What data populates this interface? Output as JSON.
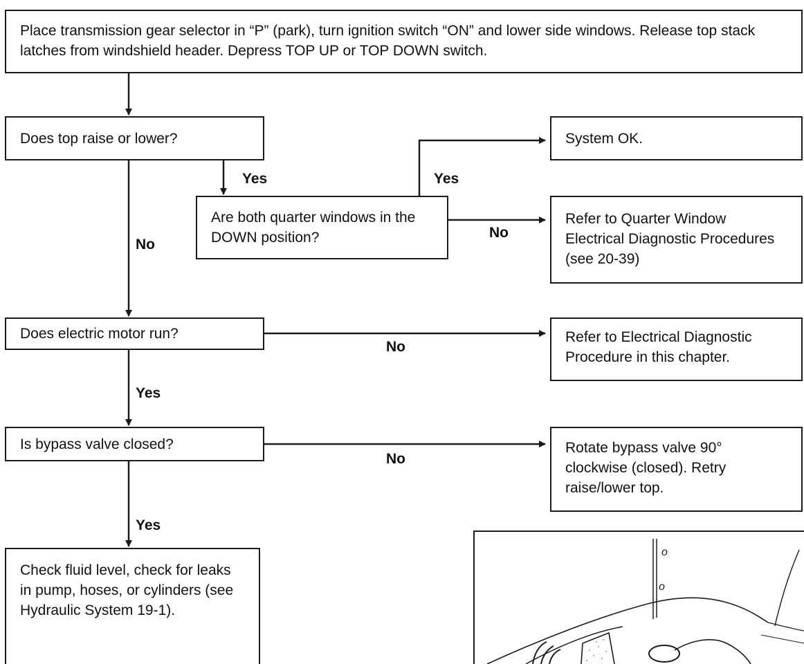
{
  "flowchart": {
    "start": "Place transmission gear selector in “P” (park), turn ignition switch “ON” and lower side windows. Release top stack latches from windshield header. Depress TOP UP or TOP DOWN switch.",
    "q_top_moves": "Does top raise or lower?",
    "q_quarter_windows": "Are both quarter windows in the DOWN position?",
    "system_ok": "System OK.",
    "refer_quarter_window": "Refer to Quarter Window Electrical Diagnostic Procedures (see 20-39)",
    "q_motor_runs": "Does electric motor run?",
    "refer_electrical": "Refer to Electrical Diagnostic Procedure in this chapter.",
    "q_bypass_closed": "Is bypass valve closed?",
    "rotate_bypass": "Rotate bypass valve 90° clockwise (closed). Retry raise/lower top.",
    "check_fluid": "Check fluid level, check for leaks in pump, hoses, or cylinders (see Hydraulic System 19-1).",
    "labels": {
      "yes_top_moves": "Yes",
      "yes_windows_down": "Yes",
      "no_top_moves": "No",
      "no_windows_down": "No",
      "no_motor": "No",
      "yes_motor": "Yes",
      "no_bypass": "No",
      "yes_bypass": "Yes"
    }
  },
  "illustration": {
    "icon": "bypass-valve-illustration",
    "marks": [
      "o",
      "o"
    ]
  }
}
